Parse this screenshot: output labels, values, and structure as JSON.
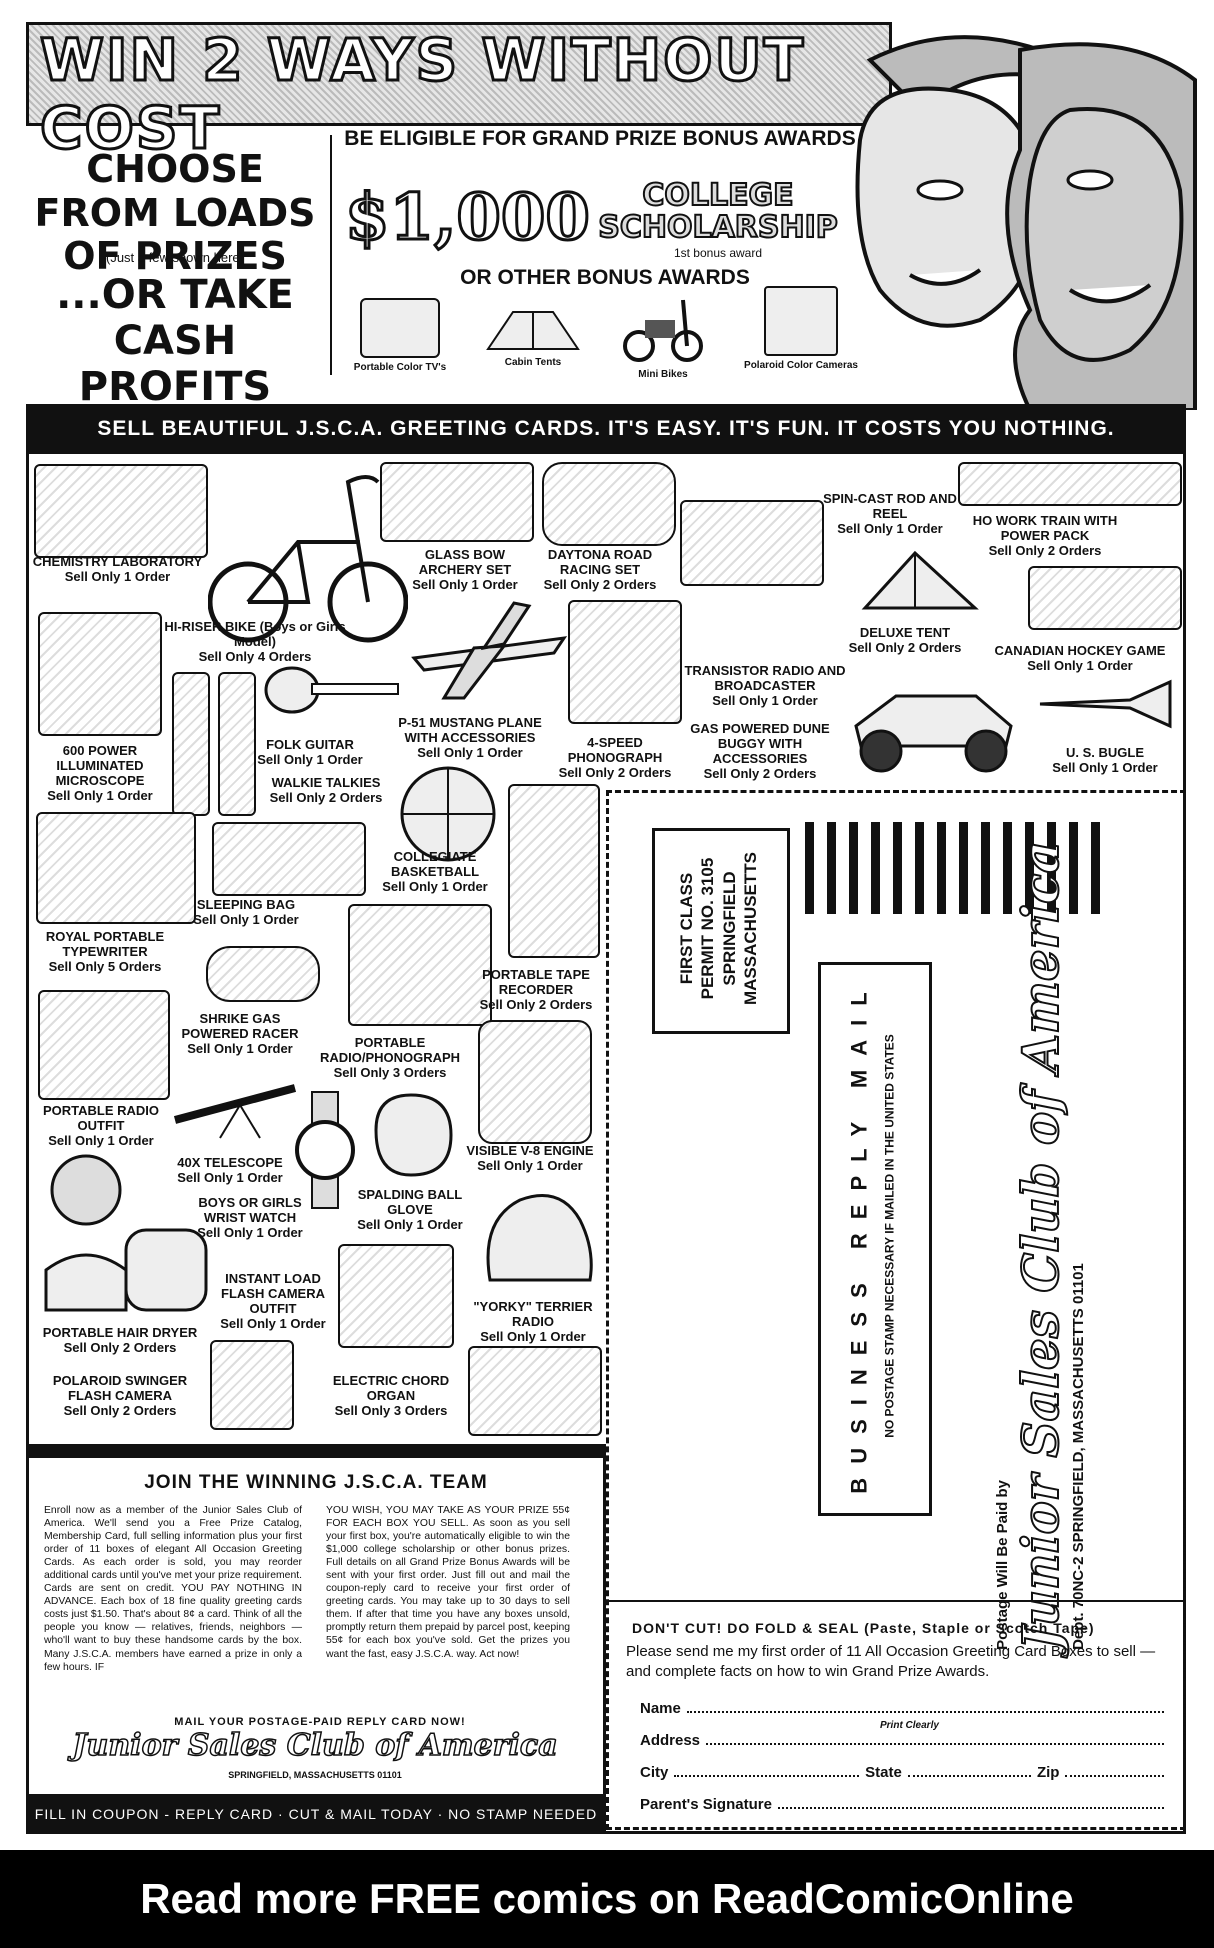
{
  "header": {
    "banner": "WIN 2 WAYS WITHOUT COST",
    "choose": "CHOOSE FROM LOADS OF PRIZES",
    "few_shown": "(Just a few shown here)",
    "cash": "...OR TAKE CASH PROFITS",
    "eligible": "BE ELIGIBLE FOR GRAND PRIZE BONUS AWARDS",
    "amount": "$1,000",
    "scholarship": "COLLEGE SCHOLARSHIP",
    "first_bonus": "1st bonus award",
    "other_bonus": "OR OTHER BONUS AWARDS",
    "bonus_items": [
      "Portable Color TV's",
      "Cabin Tents",
      "Mini Bikes",
      "Polaroid Color Cameras"
    ]
  },
  "sell_bar": "SELL BEAUTIFUL J.S.C.A. GREETING CARDS. IT'S EASY. IT'S FUN. IT COSTS YOU NOTHING.",
  "prizes": [
    {
      "name": "CHEMISTRY LABORATORY",
      "orders": "Sell Only 1 Order"
    },
    {
      "name": "HI-RISER BIKE (Boys or Girls Model)",
      "orders": "Sell Only 4 Orders"
    },
    {
      "name": "GLASS BOW ARCHERY SET",
      "orders": "Sell Only 1 Order"
    },
    {
      "name": "DAYTONA ROAD RACING SET",
      "orders": "Sell Only 2 Orders"
    },
    {
      "name": "SPIN-CAST ROD AND REEL",
      "orders": "Sell Only 1 Order"
    },
    {
      "name": "HO WORK TRAIN WITH POWER PACK",
      "orders": "Sell Only 2 Orders"
    },
    {
      "name": "DELUXE TENT",
      "orders": "Sell Only 2 Orders"
    },
    {
      "name": "CANADIAN HOCKEY GAME",
      "orders": "Sell Only 1 Order"
    },
    {
      "name": "TRANSISTOR RADIO AND BROADCASTER",
      "orders": "Sell Only 1 Order"
    },
    {
      "name": "600 POWER ILLUMINATED MICROSCOPE",
      "orders": "Sell Only 1 Order"
    },
    {
      "name": "FOLK GUITAR",
      "orders": "Sell Only 1 Order"
    },
    {
      "name": "P-51 MUSTANG PLANE WITH ACCESSORIES",
      "orders": "Sell Only 1 Order"
    },
    {
      "name": "4-SPEED PHONOGRAPH",
      "orders": "Sell Only 2 Orders"
    },
    {
      "name": "GAS POWERED DUNE BUGGY WITH ACCESSORIES",
      "orders": "Sell Only 2 Orders"
    },
    {
      "name": "U. S. BUGLE",
      "orders": "Sell Only 1 Order"
    },
    {
      "name": "WALKIE TALKIES",
      "orders": "Sell Only 2 Orders"
    },
    {
      "name": "COLLEGIATE BASKETBALL",
      "orders": "Sell Only 1 Order"
    },
    {
      "name": "SLEEPING BAG",
      "orders": "Sell Only 1 Order"
    },
    {
      "name": "ROYAL PORTABLE TYPEWRITER",
      "orders": "Sell Only 5 Orders"
    },
    {
      "name": "PORTABLE TAPE RECORDER",
      "orders": "Sell Only 2 Orders"
    },
    {
      "name": "SHRIKE GAS POWERED RACER",
      "orders": "Sell Only 1 Order"
    },
    {
      "name": "PORTABLE RADIO/PHONOGRAPH",
      "orders": "Sell Only 3 Orders"
    },
    {
      "name": "PORTABLE RADIO OUTFIT",
      "orders": "Sell Only 1 Order"
    },
    {
      "name": "40X TELESCOPE",
      "orders": "Sell Only 1 Order"
    },
    {
      "name": "VISIBLE V-8 ENGINE",
      "orders": "Sell Only 1 Order"
    },
    {
      "name": "BOYS OR GIRLS WRIST WATCH",
      "orders": "Sell Only 1 Order"
    },
    {
      "name": "SPALDING BALL GLOVE",
      "orders": "Sell Only 1 Order"
    },
    {
      "name": "INSTANT LOAD FLASH CAMERA OUTFIT",
      "orders": "Sell Only 1 Order"
    },
    {
      "name": "\"YORKY\" TERRIER RADIO",
      "orders": "Sell Only 1 Order"
    },
    {
      "name": "PORTABLE HAIR DRYER",
      "orders": "Sell Only 2 Orders"
    },
    {
      "name": "POLAROID SWINGER FLASH CAMERA",
      "orders": "Sell Only 2 Orders"
    },
    {
      "name": "ELECTRIC CHORD ORGAN",
      "orders": "Sell Only 3 Orders"
    }
  ],
  "reply_card": {
    "permit": [
      "FIRST CLASS",
      "PERMIT NO. 3105",
      "SPRINGFIELD",
      "MASSACHUSETTS"
    ],
    "business_reply": "BUSINESS REPLY MAIL",
    "no_postage": "NO POSTAGE STAMP NECESSARY IF MAILED IN THE UNITED STATES",
    "postage_paid": "Postage Will Be Paid by",
    "company": "Junior Sales Club of America",
    "dept": "Dept. 70NC-2    SPRINGFIELD, MASSACHUSETTS 01101",
    "dont_cut": "DON'T CUT! DO FOLD & SEAL (Paste, Staple or Scotch Tape)",
    "please_send": "Please send me my first order of 11 All Occasion Greeting Card Boxes to sell — and complete facts on how to win Grand Prize Awards.",
    "print_clearly": "Print Clearly",
    "fields": {
      "name": "Name",
      "address": "Address",
      "city": "City",
      "state": "State",
      "zip": "Zip",
      "parent": "Parent's Signature"
    }
  },
  "join": {
    "title": "JOIN THE WINNING J.S.C.A. TEAM",
    "col1": "Enroll now as a member of the Junior Sales Club of America. We'll send you a Free Prize Catalog, Membership Card, full selling information plus your first order of 11 boxes of elegant All Occasion Greeting Cards. As each order is sold, you may reorder additional cards until you've met your prize requirement. Cards are sent on credit. YOU PAY NOTHING IN ADVANCE. Each box of 18 fine quality greeting cards costs just $1.50. That's about 8¢ a card. Think of all the people you know — relatives, friends, neighbors — who'll want to buy these handsome cards by the box. Many J.S.C.A. members have earned a prize in only a few hours. IF",
    "col2": "YOU WISH, YOU MAY TAKE AS YOUR PRIZE 55¢ FOR EACH BOX YOU SELL. As soon as you sell your first box, you're automatically eligible to win the $1,000 college scholarship or other bonus prizes. Full details on all Grand Prize Bonus Awards will be sent with your first order. Just fill out and mail the coupon-reply card to receive your first order of greeting cards. You may take up to 30 days to sell them. If after that time you have any boxes unsold, promptly return them prepaid by parcel post, keeping 55¢ for each box you've sold. Get the prizes you want the fast, easy J.S.C.A. way. Act now!",
    "mail_card": "MAIL YOUR POSTAGE-PAID REPLY CARD NOW!",
    "company": "Junior Sales Club of America",
    "address": "SPRINGFIELD, MASSACHUSETTS 01101",
    "fill_bar": "FILL IN COUPON - REPLY CARD · CUT & MAIL TODAY · NO STAMP NEEDED"
  },
  "footer": "Read more FREE comics on ReadComicOnline"
}
